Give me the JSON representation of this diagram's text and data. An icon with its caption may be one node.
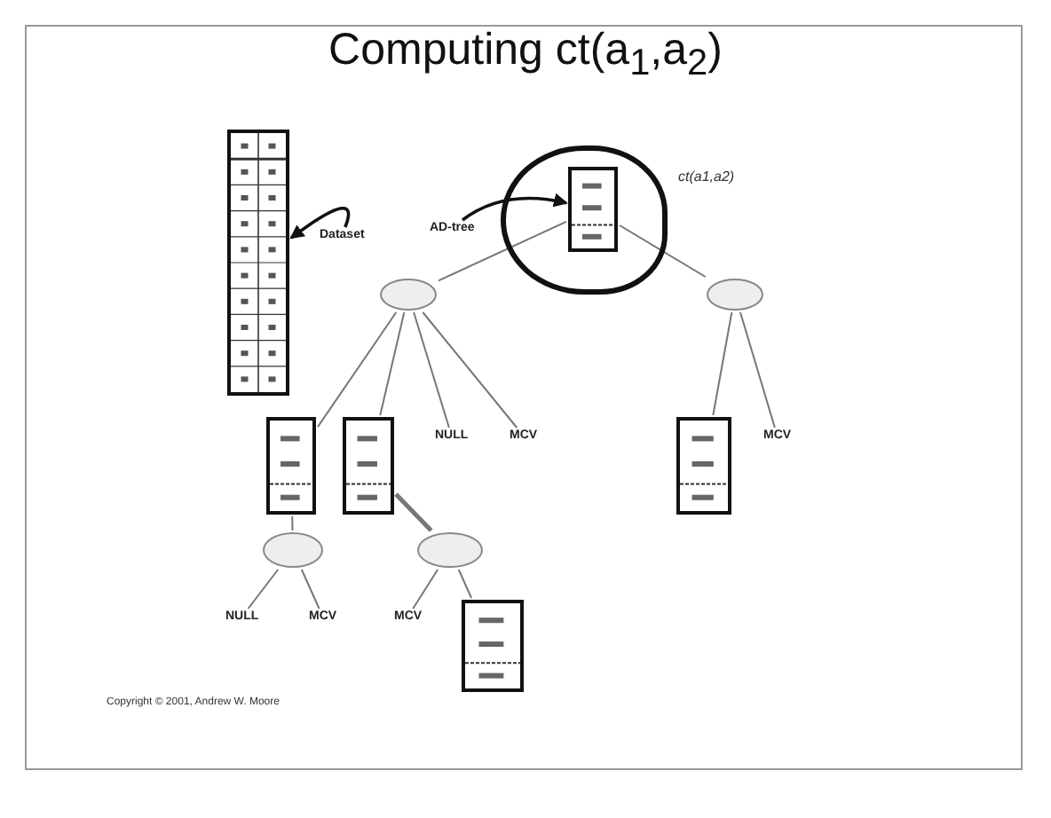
{
  "diagram": {
    "title": "Computing ct(a$_{1}$,a$_{2}$)",
    "nodes": [
      {
        "text": [],
        "shape": "box"
      },
      {
        "text": [
          "Dataset"
        ]
      },
      {
        "text": [
          "AD-tree"
        ]
      },
      {
        "text": [],
        "shape": "circle"
      },
      {
        "text": [],
        "shape": "box",
        "in": 3
      },
      {
        "text": [],
        "shape": "ellipse"
      },
      {
        "text": [],
        "shape": "ellipse"
      },
      {
        "text": [],
        "shape": "box"
      },
      {
        "text": [],
        "shape": "box"
      },
      {
        "text": [
          "NULL"
        ]
      },
      {
        "text": [
          "MCV"
        ]
      },
      {
        "text": [],
        "shape": "box"
      },
      {
        "text": [
          "MCV"
        ]
      },
      {
        "text": [],
        "shape": "ellipse"
      },
      {
        "text": [],
        "shape": "ellipse"
      },
      {
        "text": [
          "NULL"
        ]
      },
      {
        "text": [
          "MCV"
        ]
      },
      {
        "text": [
          "MCV"
        ]
      },
      {
        "text": [],
        "shape": "box"
      }
    ],
    "edges": [
      {
        "from": 1,
        "to": 0,
        "arrow": "to",
        "color": "#111111"
      },
      {
        "from": 2,
        "to": 4,
        "arrow": "to",
        "color": "#111111"
      },
      {
        "from": 4,
        "to": 5,
        "arrow": "none"
      },
      {
        "from": 4,
        "to": 6,
        "arrow": "none"
      },
      {
        "from": 5,
        "to": 7,
        "arrow": "none"
      },
      {
        "from": 5,
        "to": 8,
        "arrow": "none"
      },
      {
        "from": 5,
        "to": 9,
        "arrow": "none"
      },
      {
        "from": 5,
        "to": 10,
        "arrow": "none"
      },
      {
        "from": 6,
        "to": 11,
        "arrow": "none"
      },
      {
        "from": 6,
        "to": 12,
        "arrow": "none"
      },
      {
        "from": 7,
        "to": 13,
        "arrow": "none"
      },
      {
        "from": 8,
        "to": 14,
        "arrow": "none",
        "style": "thick"
      },
      {
        "from": 13,
        "to": 15,
        "arrow": "none"
      },
      {
        "from": 13,
        "to": 16,
        "arrow": "none"
      },
      {
        "from": 14,
        "to": 17,
        "arrow": "none"
      },
      {
        "from": 14,
        "to": 18,
        "arrow": "none"
      }
    ],
    "labels": [
      "ct(a1,a2)",
      "Copyright © 2001, Andrew W. Moore"
    ]
  }
}
